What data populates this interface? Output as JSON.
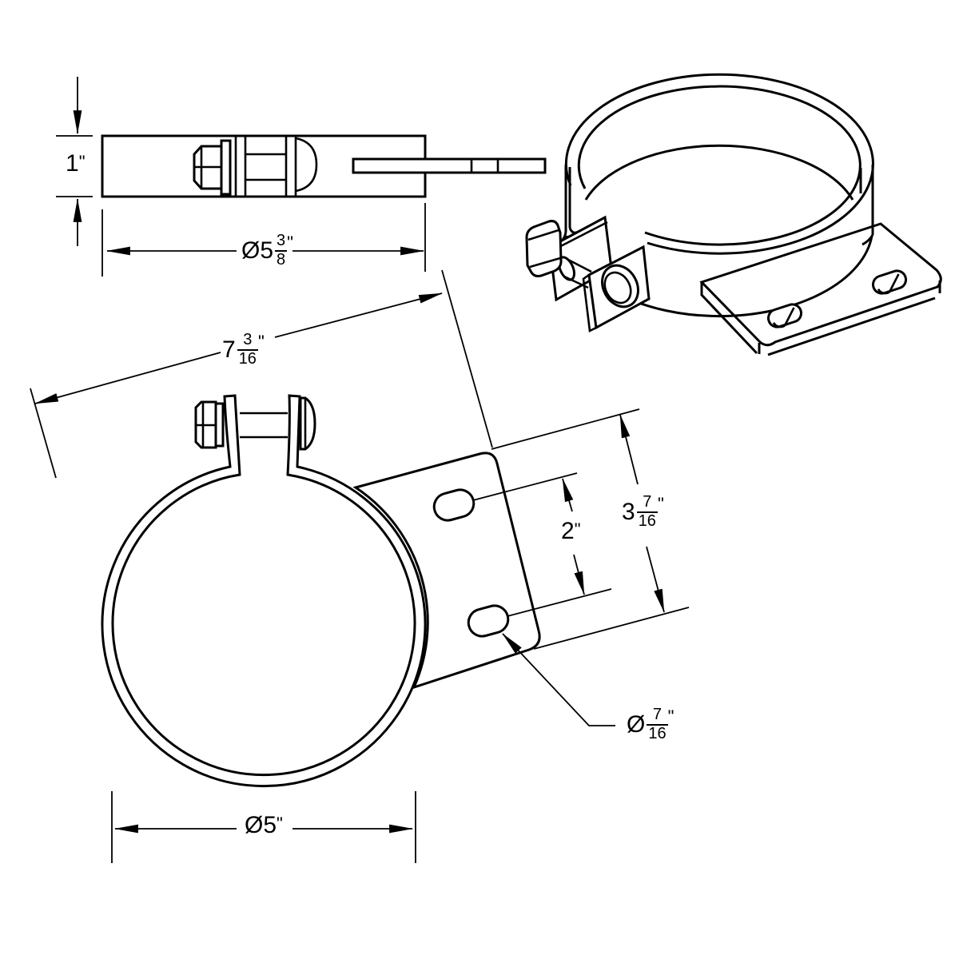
{
  "style": {
    "line_color": "#000000",
    "background": "#ffffff"
  },
  "dimensions": {
    "band_width": {
      "whole": "1",
      "quote": "\""
    },
    "band_od": {
      "whole": "Ø5",
      "num": "3",
      "den": "8",
      "quote": "\""
    },
    "overall_diagonal": {
      "whole": "7",
      "num": "3",
      "den": "16",
      "quote": "\""
    },
    "bracket_width": {
      "whole": "3",
      "num": "7",
      "den": "16",
      "quote": "\""
    },
    "slot_spacing": {
      "whole": "2",
      "quote": "\""
    },
    "slot_diameter": {
      "whole": "Ø",
      "num": "7",
      "den": "16",
      "quote": "\""
    },
    "pipe_diameter": {
      "whole": "Ø5",
      "quote": "\""
    }
  }
}
